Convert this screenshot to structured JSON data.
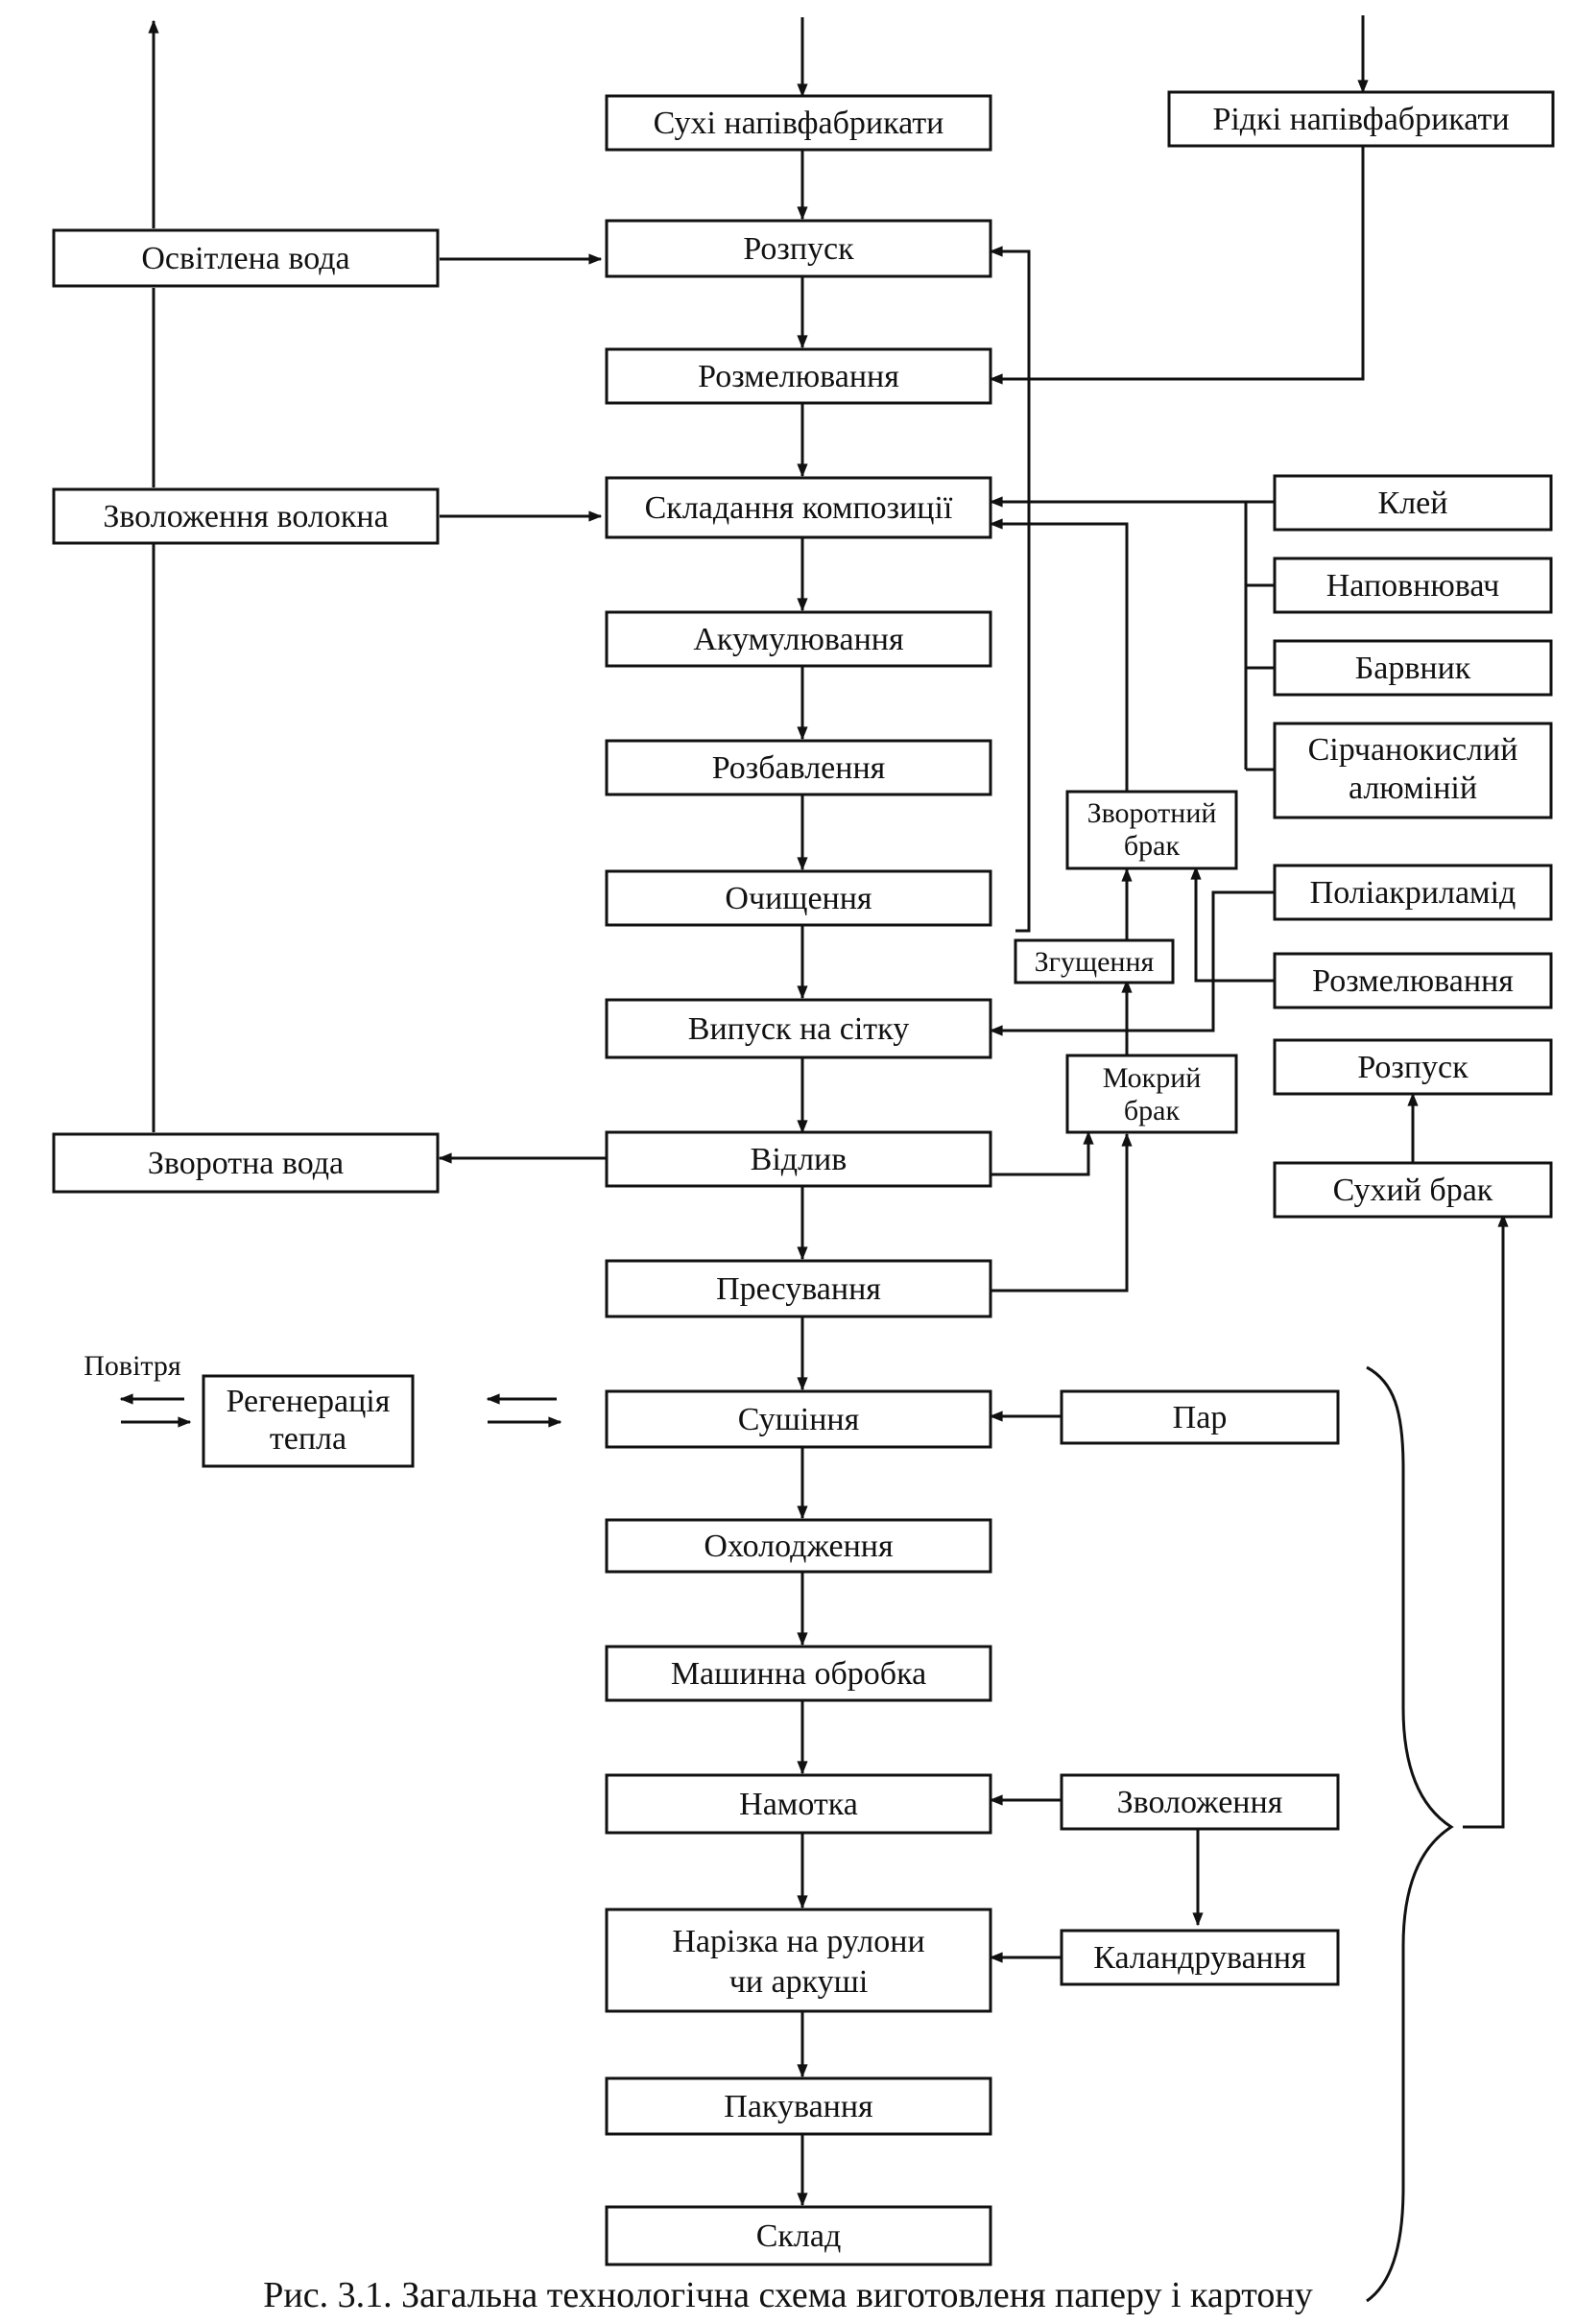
{
  "caption": "Рис. 3.1. Загальна технологічна схема виготовленя паперу і картону",
  "main_flow": {
    "dry_semi": "Сухі напівфабрикати",
    "dissolve": "Розпуск",
    "refining": "Розмелювання",
    "composition": "Складання композиції",
    "accumulation": "Акумулювання",
    "dilution": "Розбавлення",
    "cleaning": "Очищення",
    "headbox": "Випуск на сітку",
    "forming": "Відлив",
    "pressing": "Пресування",
    "drying": "Сушіння",
    "cooling": "Охолодження",
    "machine_finishing": "Машинна обробка",
    "reeling": "Намотка",
    "cutting_line1": "Нарізка на рулони",
    "cutting_line2": "чи аркуші",
    "packing": "Пакування",
    "warehouse": "Склад"
  },
  "left": {
    "clarified_water": "Освітлена вода",
    "fiber_wetting": "Зволоження волокна",
    "return_water": "Зворотна вода",
    "air": "Повітря",
    "heat_recovery_line1": "Регенерація",
    "heat_recovery_line2": "тепла"
  },
  "right": {
    "liquid_semi": "Рідкі напівфабрикати",
    "glue": "Клей",
    "filler": "Наповнювач",
    "dye": "Барвник",
    "alum_line1": "Сірчанокислий",
    "alum_line2": "алюміній",
    "return_broke_line1": "Зворотний",
    "return_broke_line2": "брак",
    "thickening": "Згущення",
    "polyacrylamide": "Поліакриламід",
    "refining2": "Розмелювання",
    "wet_broke_line1": "Мокрий",
    "wet_broke_line2": "брак",
    "dissolve2": "Розпуск",
    "dry_broke": "Сухий брак",
    "steam": "Пар",
    "wetting": "Зволоження",
    "calendering": "Каландрування"
  }
}
